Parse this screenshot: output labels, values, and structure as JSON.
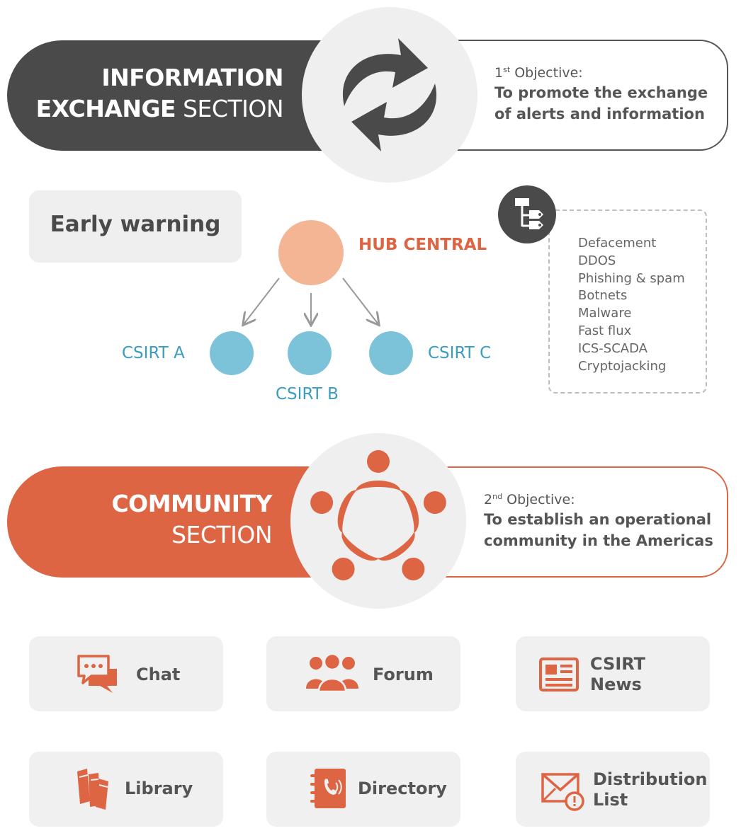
{
  "info_section": {
    "title_bold_1": "INFORMATION",
    "title_bold_2": "EXCHANGE",
    "title_light": "SECTION",
    "objective_num": "1",
    "objective_sup": "st",
    "objective_word": "Objective:",
    "objective_line1": "To promote the exchange",
    "objective_line2": "of alerts and information"
  },
  "early_warning": {
    "label": "Early warning",
    "hub": "HUB CENTRAL",
    "csirt_a": "CSIRT A",
    "csirt_b": "CSIRT B",
    "csirt_c": "CSIRT C",
    "threats": [
      "Defacement",
      "DDOS",
      "Phishing & spam",
      "Botnets",
      "Malware",
      "Fast flux",
      "ICS-SCADA",
      "Cryptojacking"
    ]
  },
  "community_section": {
    "title_bold": "COMMUNITY",
    "title_light": "SECTION",
    "objective_num": "2",
    "objective_sup": "nd",
    "objective_word": "Objective:",
    "objective_line1": "To establish an operational",
    "objective_line2": "community in the Americas"
  },
  "tiles": {
    "chat": "Chat",
    "forum": "Forum",
    "news_line1": "CSIRT",
    "news_line2": "News",
    "library": "Library",
    "directory": "Directory",
    "dist_line1": "Distribution",
    "dist_line2": "List"
  },
  "colors": {
    "dark": "#4a4a4a",
    "orange": "#dd6543",
    "hub": "#f4b594",
    "csirt": "#7cc3da",
    "csirt_text": "#3a9cbf",
    "tile_bg": "#f0f0f0"
  }
}
